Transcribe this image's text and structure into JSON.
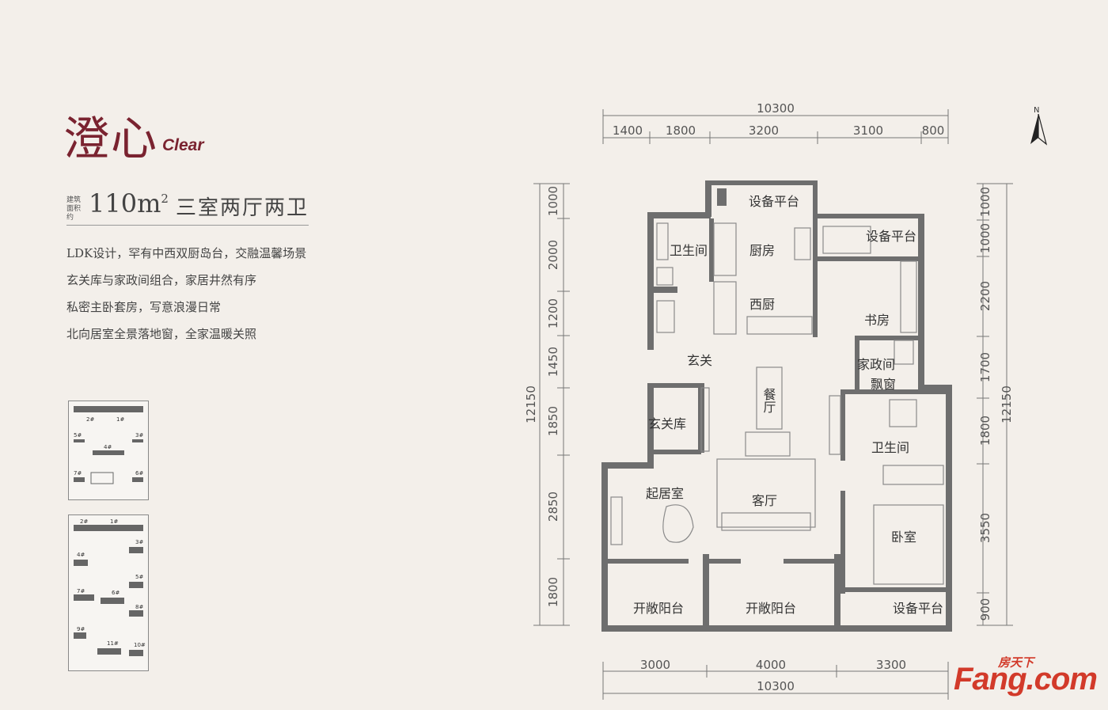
{
  "brand": {
    "name_zh": "澄心",
    "name_en": "Clear",
    "accent_color": "#7a2330"
  },
  "unit": {
    "area_caption": "建筑\n面积约",
    "area_value": "110",
    "area_unit": "m",
    "area_unit_sup": "2",
    "layout_type": "三室两厅两卫"
  },
  "features": [
    "LDK设计，罕有中西双厨岛台，交融温馨场景",
    "玄关库与家政间组合，家居井然有序",
    "私密主卧套房，写意浪漫日常",
    "北向居室全景落地窗，全家温暖关照"
  ],
  "site_maps": [
    {
      "labels": [
        "2#",
        "1#",
        "5#",
        "3#",
        "4#",
        "7#",
        "6#"
      ]
    },
    {
      "labels": [
        "2#",
        "1#",
        "3#",
        "4#",
        "5#",
        "6#",
        "7#",
        "8#",
        "9#",
        "11#",
        "10#"
      ]
    }
  ],
  "dimensions": {
    "top_total": "10300",
    "top_segments": [
      "1400",
      "1800",
      "3200",
      "3100",
      "800"
    ],
    "bottom_segments": [
      "3000",
      "4000",
      "3300"
    ],
    "bottom_total": "10300",
    "left_total": "12150",
    "left_segments": [
      "1000",
      "2000",
      "1200",
      "1450",
      "1850",
      "2850",
      "1800"
    ],
    "right_total": "12150",
    "right_segments": [
      "1000",
      "1000",
      "2200",
      "1700",
      "1800",
      "3550",
      "900"
    ]
  },
  "rooms": {
    "equipment_platform_top": "设备平台",
    "equipment_platform_right": "设备平台",
    "bathroom_1": "卫生间",
    "kitchen": "厨房",
    "western_kitchen": "西厨",
    "study": "书房",
    "entrance": "玄关",
    "housekeeping": "家政间",
    "bay_window": "飘窗",
    "dining": "餐厅",
    "entrance_storage": "玄关库",
    "bathroom_2": "卫生间",
    "living_room": "起居室",
    "drawing_room": "客厅",
    "bedroom": "卧室",
    "balcony_1": "开敞阳台",
    "balcony_2": "开敞阳台",
    "equipment_platform_bottom": "设备平台"
  },
  "compass": {
    "label": "N"
  },
  "watermark": {
    "top": "房天下",
    "main": "Fang.com"
  }
}
